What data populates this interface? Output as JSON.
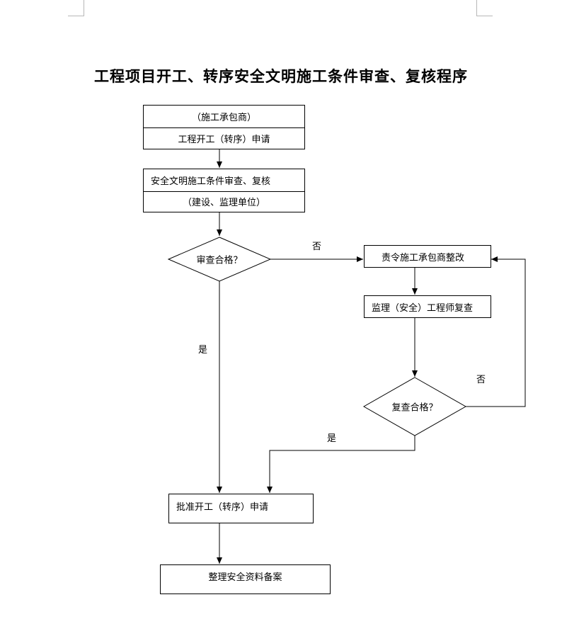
{
  "title": "工程项目开工、转序安全文明施工条件审查、复核程序",
  "nodes": {
    "apply": {
      "top": "（施工承包商）",
      "bottom": "工程开工（转序）申请"
    },
    "review": {
      "top": "安全文明施工条件审查、复核",
      "bottom": "（建设、监理单位）"
    },
    "check1": "审查合格？",
    "rectify": "责令施工承包商整改",
    "recheck_engineer": "监理（安全）工程师复查",
    "check2": "复查合格？",
    "approve": "批准开工（转序）申请",
    "archive": "整理安全资料备案"
  },
  "edges": {
    "no1": "否",
    "yes1": "是",
    "no2": "否",
    "yes2": "是"
  }
}
